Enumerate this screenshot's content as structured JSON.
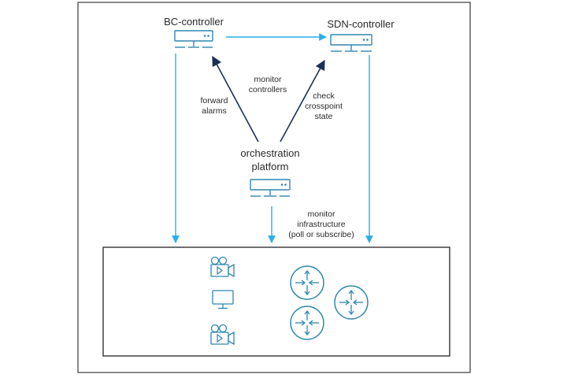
{
  "diagram": {
    "nodes": {
      "bc_controller": {
        "label": "BC-controller"
      },
      "sdn_controller": {
        "label": "SDN-controller"
      },
      "orchestration": {
        "label_line1": "orchestration",
        "label_line2": "platform"
      }
    },
    "edges": {
      "forward_alarms": {
        "line1": "forward",
        "line2": "alarms"
      },
      "monitor_controllers": {
        "line1": "monitor",
        "line2": "controllers"
      },
      "check_crosspoint": {
        "line1": "check",
        "line2": "crosspoint",
        "line3": "state"
      },
      "monitor_infrastructure": {
        "line1": "monitor",
        "line2": "infrastructure",
        "line3": "(poll or subscribe)"
      }
    },
    "infrastructure": {
      "devices": [
        "camera-icon",
        "monitor-icon",
        "camera-icon"
      ],
      "routers": [
        "router-icon",
        "router-icon",
        "router-icon"
      ]
    },
    "colors": {
      "light_arrow": "#29aee6",
      "dark_arrow": "#1b2f57",
      "icon": "#2e86b0",
      "frame": "#3a3a3a"
    }
  }
}
